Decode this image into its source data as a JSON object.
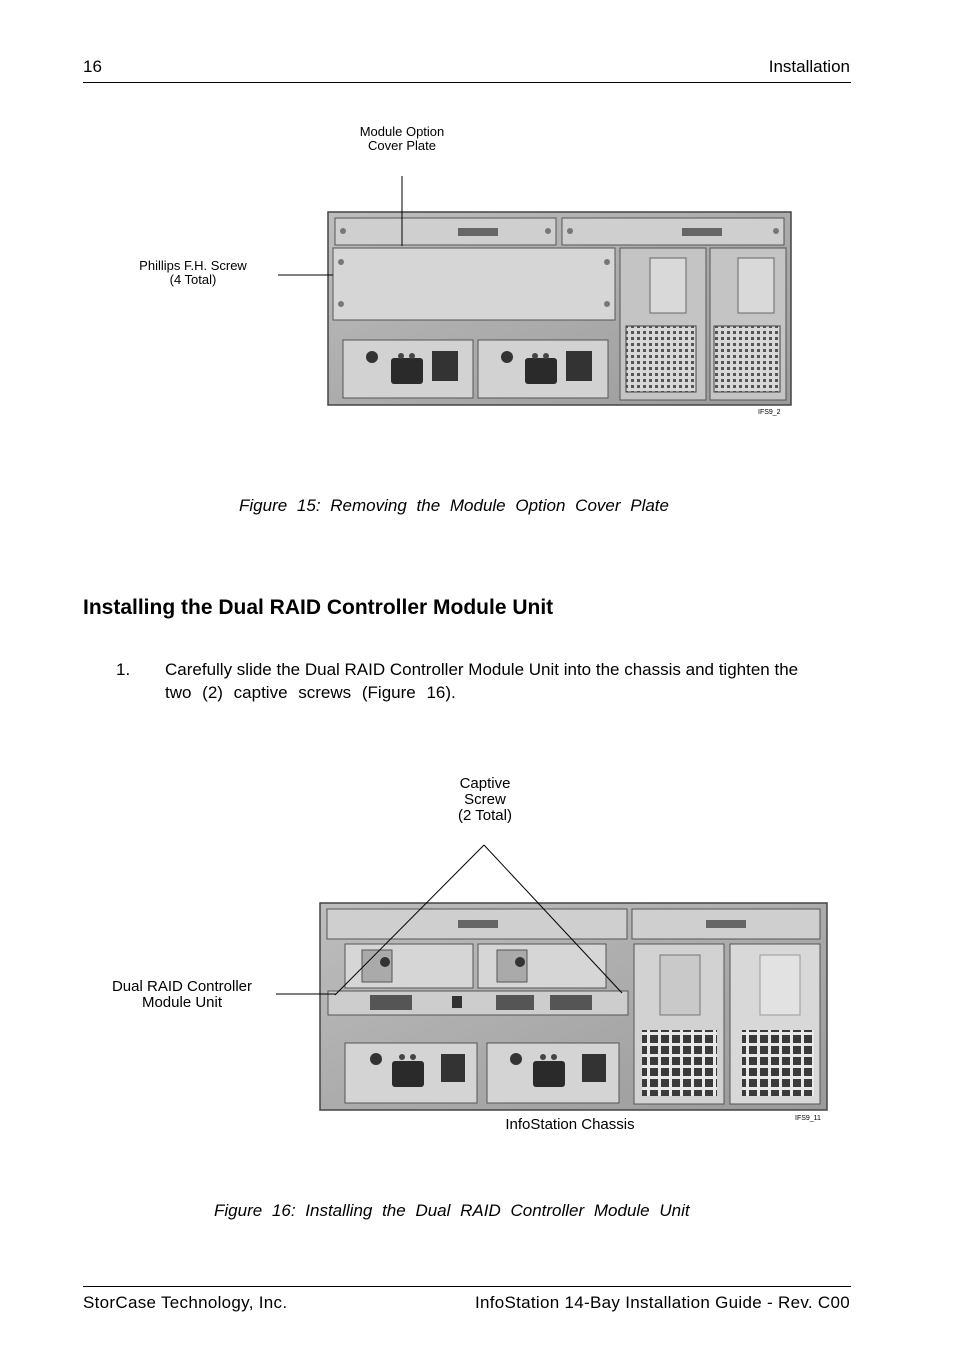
{
  "header": {
    "page_number": "16",
    "section": "Installation"
  },
  "figure15": {
    "callout_top_line1": "Module Option",
    "callout_top_line2": "Cover Plate",
    "callout_left_line1": "Phillips F.H. Screw",
    "callout_left_line2": "(4 Total)",
    "image_tag": "IFS9_2",
    "caption": "Figure 15:  Removing the Module Option Cover Plate"
  },
  "section": {
    "heading": "Installing the Dual RAID Controller Module Unit",
    "step_number": "1.",
    "step_line1": "Carefully slide the Dual RAID Controller Module Unit into the chassis and tighten the",
    "step_line2": "two (2) captive screws (Figure 16)."
  },
  "figure16": {
    "callout_top_line1": "Captive",
    "callout_top_line2": "Screw",
    "callout_top_line3": "(2 Total)",
    "callout_left_line1": "Dual RAID Controller",
    "callout_left_line2": "Module Unit",
    "callout_bottom": "InfoStation Chassis",
    "image_tag": "IFS9_11",
    "caption": "Figure 16:  Installing the Dual RAID Controller Module Unit"
  },
  "footer": {
    "company": "StorCase Technology, Inc.",
    "document": "InfoStation 14-Bay Installation Guide - Rev. C00"
  }
}
